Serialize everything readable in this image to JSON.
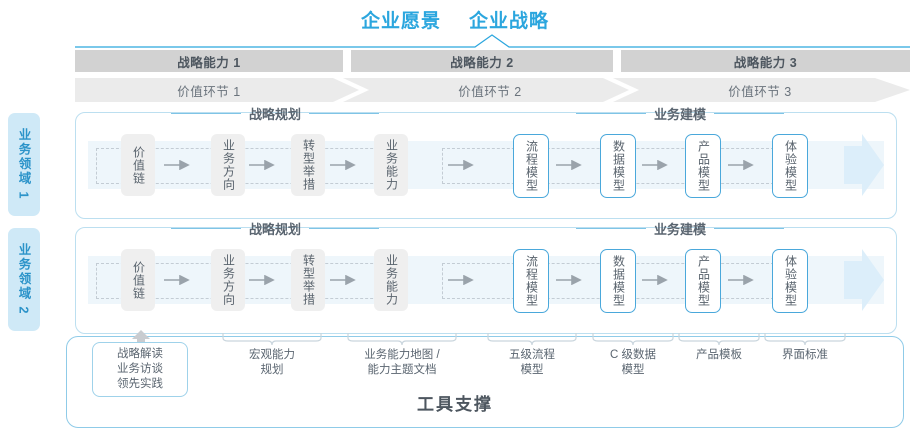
{
  "header": {
    "vision_label": "企业愿景",
    "strategy_label": "企业战略"
  },
  "capability_band": {
    "items": [
      {
        "label": "战略能力 1"
      },
      {
        "label": "战略能力 2"
      },
      {
        "label": "战略能力 3"
      }
    ]
  },
  "value_band": {
    "items": [
      {
        "label": "价值环节 1"
      },
      {
        "label": "价值环节 2"
      },
      {
        "label": "价值环节 3"
      }
    ]
  },
  "domains": [
    {
      "label": "业务领域 1"
    },
    {
      "label": "业务领域 2"
    }
  ],
  "sections": {
    "planning_title": "战略规划",
    "modeling_title": "业务建模"
  },
  "nodes": {
    "planning": [
      {
        "label": "价值链"
      },
      {
        "label": "业务方向"
      },
      {
        "label": "转型举措"
      },
      {
        "label": "业务能力"
      }
    ],
    "modeling": [
      {
        "label": "流程模型"
      },
      {
        "label": "数据模型"
      },
      {
        "label": "产品模型"
      },
      {
        "label": "体验模型"
      }
    ]
  },
  "tools": {
    "pill": "战略解读\n业务访谈\n领先实践",
    "pill_lines": [
      "战略解读",
      "业务访谈",
      "领先实践"
    ],
    "labels": [
      {
        "lines": [
          "宏观能力",
          "规划"
        ]
      },
      {
        "lines": [
          "业务能力地图 /",
          "能力主题文档"
        ]
      },
      {
        "lines": [
          "五级流程",
          "模型"
        ]
      },
      {
        "lines": [
          "C 级数据",
          "模型"
        ]
      },
      {
        "lines": [
          "产品模板"
        ]
      },
      {
        "lines": [
          "界面标准"
        ]
      }
    ],
    "support_title": "工具支撑"
  },
  "colors": {
    "accent_blue": "#2ba6de",
    "band_grey": "#d2d2d2",
    "band_light_grey": "#ebebeb",
    "node_grey": "#efefef",
    "node_blue_border": "#4aa8db",
    "tab_blue_bg": "#cfe9f7",
    "shade": "#eef6fb"
  }
}
